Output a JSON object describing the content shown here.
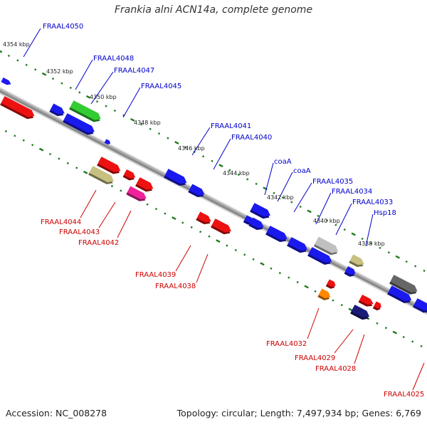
{
  "title": "Frankia alni ACN14a, complete genome",
  "accession": "Accession: NC_008278",
  "topology": "Topology: circular; Length: 7,497,934 bp; Genes: 6,769",
  "colors": {
    "backbone": "#888888",
    "tick": "#1e7a1e",
    "forward_label": "#0000cc",
    "reverse_label": "#cc0000",
    "blue": "#1a1aee",
    "red": "#ee1111",
    "green": "#33cc33",
    "khaki": "#c8c080",
    "magenta": "#ee2299",
    "gray": "#c0c0c0",
    "darkgray": "#666666",
    "navy": "#1a1a77",
    "orange": "#ff8800"
  },
  "scale_labels": [
    "4354 kbp",
    "4352 kbp",
    "4350 kbp",
    "4348 kbp",
    "4346 kbp",
    "4344 kbp",
    "4342 kbp",
    "4340 kbp",
    "4338 kbp"
  ],
  "forward_genes": [
    "FRAAL4050",
    "FRAAL4048",
    "FRAAL4047",
    "FRAAL4045",
    "FRAAL4041",
    "FRAAL4040",
    "coaA",
    "coaA",
    "FRAAL4035",
    "FRAAL4034",
    "FRAAL4033",
    "Hsp18"
  ],
  "reverse_genes": [
    "FRAAL4044",
    "FRAAL4043",
    "FRAAL4042",
    "FRAAL4039",
    "FRAAL4038",
    "FRAAL4032",
    "FRAAL4029",
    "FRAAL4028",
    "FRAAL4025"
  ]
}
